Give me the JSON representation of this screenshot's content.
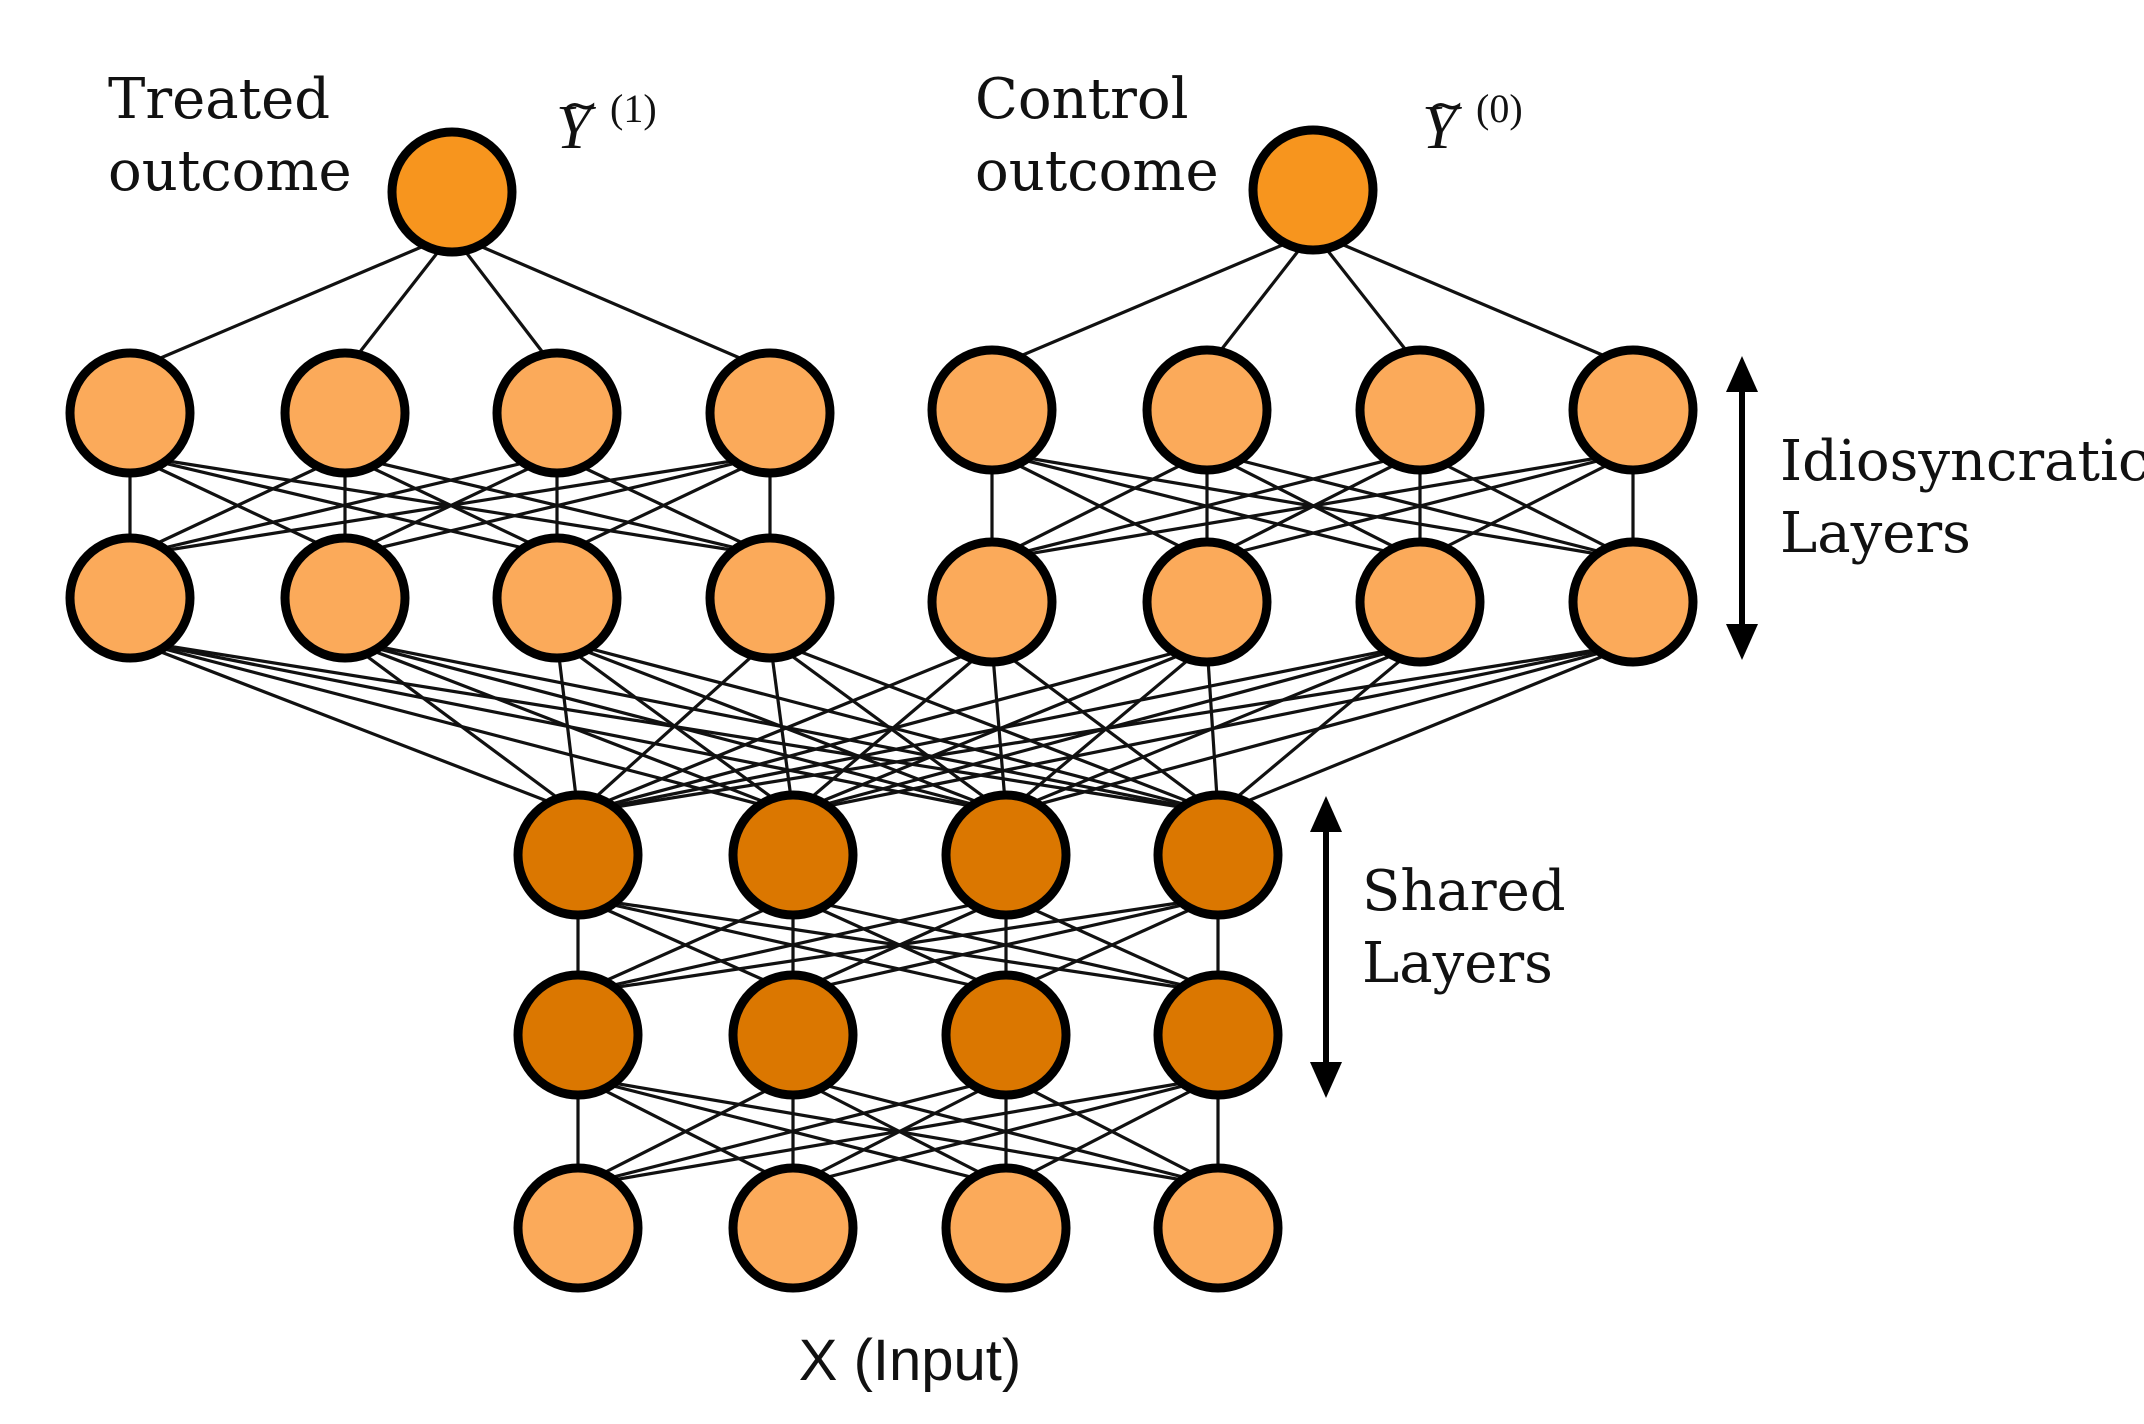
{
  "labels": {
    "treated_line1": "Treated",
    "treated_line2": "outcome",
    "treated_symbol": "Y",
    "treated_superscript": "(1)",
    "control_line1": "Control",
    "control_line2": "outcome",
    "control_symbol": "Y",
    "control_superscript": "(0)",
    "idiosyncratic_line1": "Idiosyncratic",
    "idiosyncratic_line2": "Layers",
    "shared_line1": "Shared",
    "shared_line2": "Layers",
    "input": "X (Input)"
  },
  "colors": {
    "output_node": "#F7951E",
    "idiosyncratic_node": "#FBAA5A",
    "shared_node": "#DB7700",
    "input_node": "#FBAA5A",
    "outline": "#000000",
    "edge": "#111111"
  }
}
